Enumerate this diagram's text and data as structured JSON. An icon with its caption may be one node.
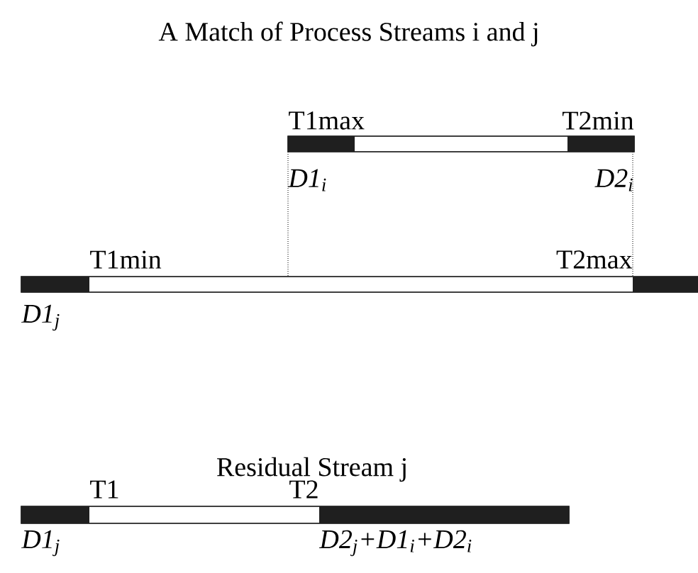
{
  "diagram": {
    "title": "A Match of Process Streams i and j",
    "labels": [
      "T1max",
      "T2min",
      "D1$_{i}$",
      "D2$_{i}$",
      "T1min",
      "T2max",
      "D1$_{j}$",
      "Residual Stream j",
      "T1",
      "T2",
      "D1$_{j}$",
      "D2$_{j}$+D1$_{i}$+D2$_{i}$"
    ]
  }
}
